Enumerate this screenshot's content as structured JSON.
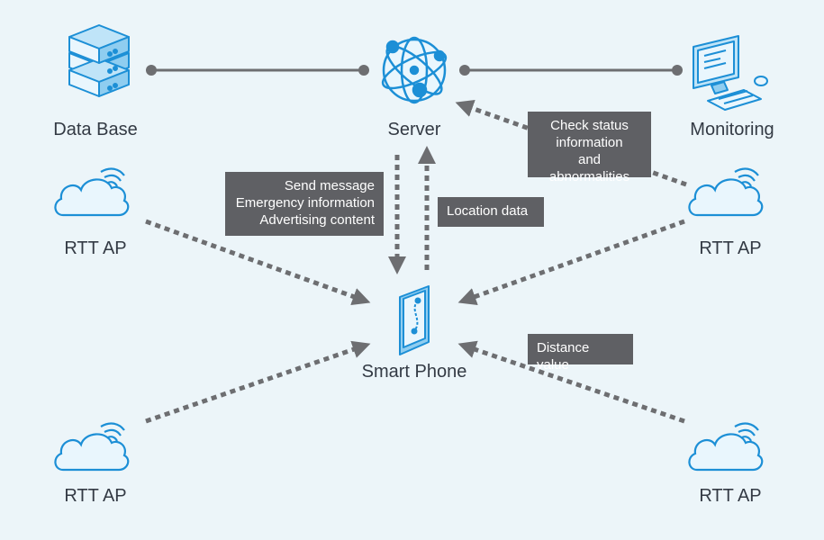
{
  "nodes": {
    "database": "Data Base",
    "server": "Server",
    "monitoring": "Monitoring",
    "smartphone": "Smart Phone",
    "ap_top_left": "RTT AP",
    "ap_top_right": "RTT AP",
    "ap_bottom_left": "RTT AP",
    "ap_bottom_right": "RTT AP"
  },
  "callouts": {
    "send": [
      "Send message",
      "Emergency information",
      "Advertising content"
    ],
    "location": "Location data",
    "status": [
      "Check status",
      "information",
      "and abnormalities"
    ],
    "distance": "Distance value"
  },
  "colors": {
    "background": "#ecf5f9",
    "icon_blue": "#1c8fd6",
    "icon_fill": "#e9f6fd",
    "arrow_gray": "#6d6e71",
    "callout_bg": "#5f6064"
  }
}
